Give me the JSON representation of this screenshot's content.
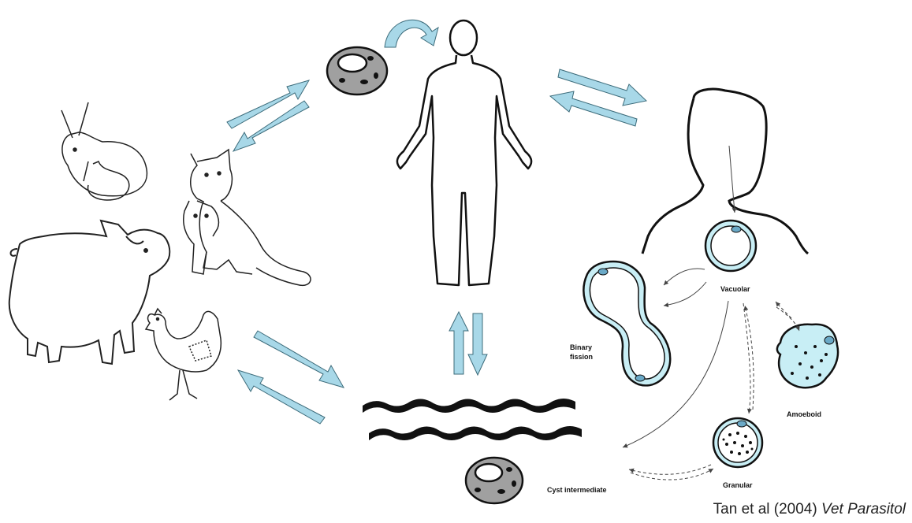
{
  "labels": {
    "vacuolar": "Vacuolar",
    "binary_fission_1": "Binary",
    "binary_fission_2": "fission",
    "amoeboid": "Amoeboid",
    "granular": "Granular",
    "cyst_intermediate": "Cyst intermediate"
  },
  "citation": {
    "authors": "Tan et al (2004)",
    "journal": "Vet Parasitol"
  },
  "colors": {
    "arrow_fill": "#a8d8e8",
    "arrow_stroke": "#3c6b7a",
    "cyst_gray": "#a0a0a0",
    "cell_cyan": "#c8eef5"
  },
  "icons": [
    "rabbit-icon",
    "pig-icon",
    "cat-icon",
    "chicken-icon",
    "human-icon",
    "head-silhouette-icon",
    "water-waves-icon",
    "cyst-icon"
  ]
}
